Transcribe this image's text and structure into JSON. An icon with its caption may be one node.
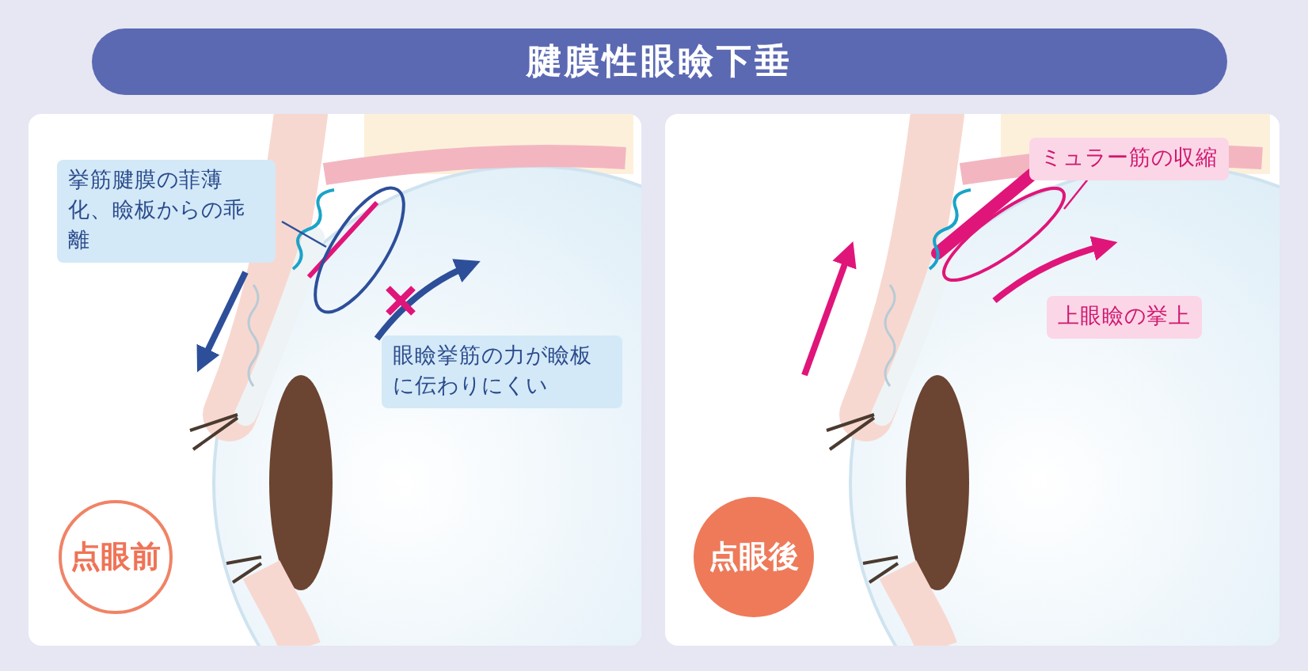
{
  "diagram": {
    "title": "腱膜性眼瞼下垂",
    "nodes": [
      {
        "text": [
          "挙筋腱膜の菲薄化、瞼板からの乖離"
        ]
      },
      {
        "text": [],
        "shape": "circle"
      },
      {
        "text": [
          "眼瞼挙筋の力が瞼板に伝わりにくい"
        ]
      },
      {
        "text": [
          "点眼前"
        ]
      },
      {
        "text": [
          "ミュラー筋の収縮"
        ]
      },
      {
        "text": [],
        "shape": "circle"
      },
      {
        "text": [
          "上眼瞼の挙上"
        ]
      },
      {
        "text": [
          "点眼後"
        ]
      }
    ],
    "edges": [
      {
        "from": 0,
        "to": 1,
        "arrow": "none",
        "color": "#2d4f9a"
      },
      {
        "from": 4,
        "to": 5,
        "arrow": "none",
        "color": "#e0157a"
      }
    ]
  }
}
